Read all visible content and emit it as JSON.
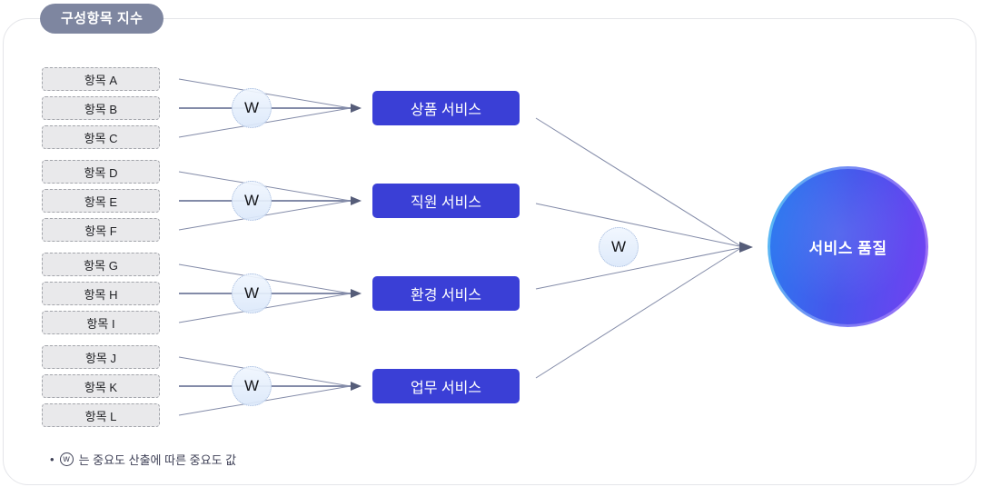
{
  "badge": {
    "label": "구성항목 지수"
  },
  "groups": [
    {
      "items": [
        "항목 A",
        "항목 B",
        "항목 C"
      ],
      "weight_label": "W",
      "service": "상품 서비스"
    },
    {
      "items": [
        "항목 D",
        "항목 E",
        "항목 F"
      ],
      "weight_label": "W",
      "service": "직원 서비스"
    },
    {
      "items": [
        "항목 G",
        "항목 H",
        "항목 I"
      ],
      "weight_label": "W",
      "service": "환경 서비스"
    },
    {
      "items": [
        "항목 J",
        "항목 K",
        "항목 L"
      ],
      "weight_label": "W",
      "service": "업무 서비스"
    }
  ],
  "final": {
    "weight_label": "W",
    "target": "서비스 품질"
  },
  "footnote": {
    "bullet": "•",
    "symbol": "w",
    "text": "는 중요도 산출에 따른 중요도 값"
  },
  "colors": {
    "badge_bg": "#7e86a0",
    "item_box_bg": "#e9e9eb",
    "service_box_bg": "#3a3fd6",
    "weight_circle_bg": "#e8f0fc",
    "final_circle_blue": "#2b7df0",
    "final_circle_purple": "#7340f2",
    "connector_line": "#838ba8",
    "arrowhead": "#565d79"
  }
}
